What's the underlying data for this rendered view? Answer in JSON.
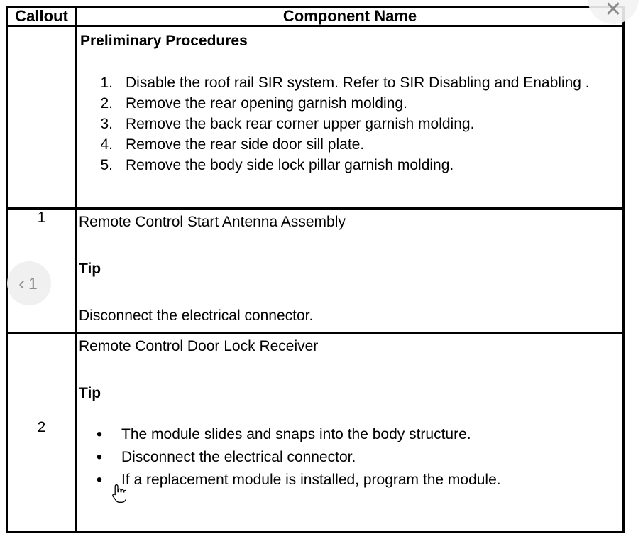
{
  "document": {
    "table": {
      "headers": {
        "callout": "Callout",
        "component_name": "Component Name"
      },
      "rows": [
        {
          "callout": "",
          "section_title": "Preliminary Procedures",
          "numbered_items": [
            {
              "num": "1.",
              "text": "Disable the roof rail SIR system. Refer to SIR Disabling and Enabling ."
            },
            {
              "num": "2.",
              "text": "Remove the rear opening garnish molding."
            },
            {
              "num": "3.",
              "text": "Remove the back rear corner upper garnish molding."
            },
            {
              "num": "4.",
              "text": "Remove the rear side door sill plate."
            },
            {
              "num": "5.",
              "text": "Remove the body side lock pillar garnish molding."
            }
          ]
        },
        {
          "callout": "1",
          "component": "Remote Control Start Antenna Assembly",
          "tip_label": "Tip",
          "tip_text": "Disconnect the electrical connector."
        },
        {
          "callout": "2",
          "component": "Remote Control Door Lock Receiver",
          "tip_label": "Tip",
          "bullets": [
            "The module slides and snaps into the body structure.",
            "Disconnect the electrical connector.",
            "If a replacement module is installed, program the module."
          ],
          "bullet_glyph": "•"
        }
      ]
    }
  },
  "overlay": {
    "prev_button": {
      "chevron": "‹",
      "page_number": "1",
      "icon": "chevron-left-icon"
    },
    "close_button": {
      "glyph": "✕",
      "icon": "close-icon"
    }
  },
  "colors": {
    "border": "#000000",
    "background": "#ffffff",
    "text": "#000000",
    "overlay_circle": "#eeeeee",
    "overlay_glyph": "#8b8b8b"
  }
}
